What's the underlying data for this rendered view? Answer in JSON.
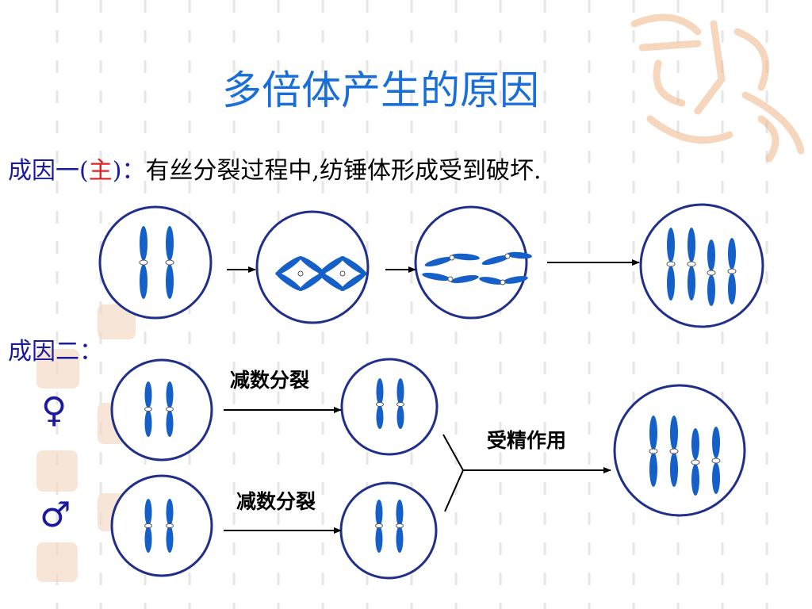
{
  "title": "多倍体产生的原因",
  "cause_one": {
    "label": "成因一(",
    "main_tag": "主",
    "label_end": ")：",
    "description": "有丝分裂过程中,纺锤体形成受到破坏."
  },
  "cause_two": {
    "label": "成因二："
  },
  "symbols": {
    "female": "♀",
    "male": "♂"
  },
  "stage_labels": {
    "meiosis_female": "减数分裂",
    "meiosis_male": "减数分裂",
    "fertilization": "受精作用"
  },
  "colors": {
    "title": "#1a6ed8",
    "cell_outline": "#1f2f8a",
    "chromosome": "#1560c8",
    "highlight": "#e02020"
  }
}
